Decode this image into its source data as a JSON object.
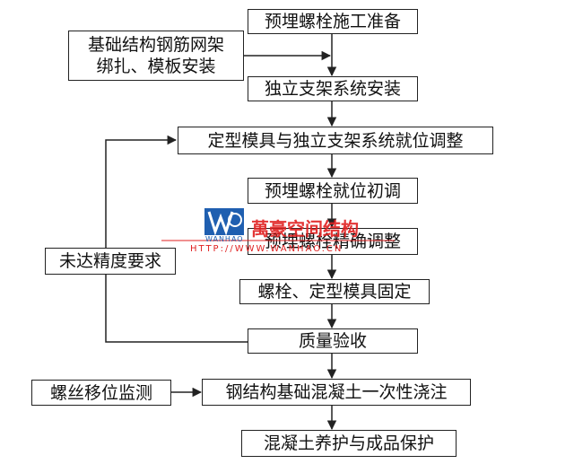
{
  "diagram": {
    "steps": {
      "prep": "预埋螺栓施工准备",
      "rebar_line1": "基础结构钢筋网架",
      "rebar_line2": "绑扎、模板安装",
      "frame": "独立支架系统安装",
      "formwork": "定型模具与独立支架系统就位调整",
      "initial": "预埋螺栓就位初调",
      "fine": "预埋螺栓精确调整",
      "fix": "螺栓、定型模具固定",
      "accuracy": "未达精度要求",
      "inspect": "质量验收",
      "monitor": "螺丝移位监测",
      "pour": "钢结构基础混凝土一次性浇注",
      "cure": "混凝土养护与成品保护"
    }
  },
  "watermark": {
    "brand": "萬豪空间结构",
    "logo_letters": "WANHAO",
    "url": "HTTP://WWW.WANHAO.CN"
  },
  "colors": {
    "line": "#222222",
    "watermark": "#e02020",
    "logo": "#1f5fb0"
  }
}
